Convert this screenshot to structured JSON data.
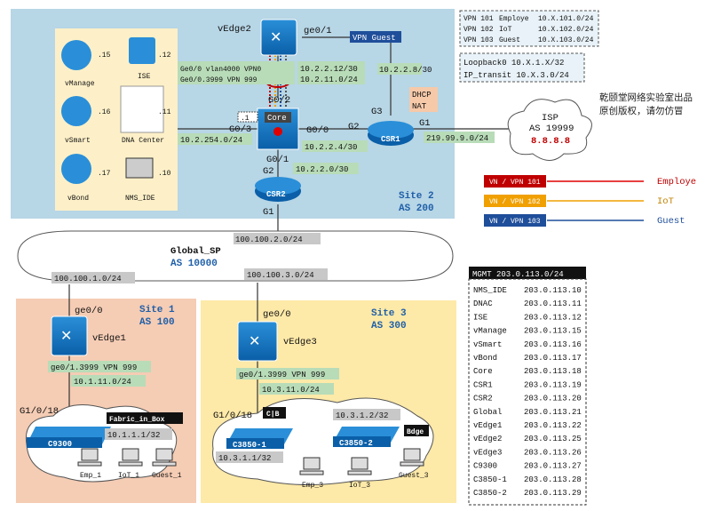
{
  "vpn_table": [
    {
      "id": "VPN 101",
      "name": "Employe",
      "subnet": "10.X.101.0/24"
    },
    {
      "id": "VPN 102",
      "name": "IoT",
      "subnet": "10.X.102.0/24"
    },
    {
      "id": "VPN 103",
      "name": "Guest",
      "subnet": "10.X.103.0/24"
    }
  ],
  "loopback": "Loopback0  10.X.1.X/32",
  "ip_transit": "IP_transit 10.X.3.0/24",
  "watermark": [
    "乾颐堂网络实验室出品",
    "原创版权，请勿仿冒"
  ],
  "legend": [
    {
      "tag": "VN / VPN 101",
      "label": "Employe",
      "tag_color": "#c00000",
      "line_color": "#e00000"
    },
    {
      "tag": "VN / VPN 102",
      "label": "IoT",
      "tag_color": "#f0a000",
      "line_color": "#f0a000"
    },
    {
      "tag": "VN / VPN 103",
      "label": "Guest",
      "tag_color": "#1f4e9a",
      "line_color": "#1f4e9a"
    }
  ],
  "mgmt": {
    "title": "MGMT 203.0.113.0/24",
    "rows": [
      {
        "name": "NMS_IDE",
        "ip": "203.0.113.10"
      },
      {
        "name": "DNAC",
        "ip": "203.0.113.11"
      },
      {
        "name": "ISE",
        "ip": "203.0.113.12"
      },
      {
        "name": "vManage",
        "ip": "203.0.113.15"
      },
      {
        "name": "vSmart",
        "ip": "203.0.113.16"
      },
      {
        "name": "vBond",
        "ip": "203.0.113.17"
      },
      {
        "name": "Core",
        "ip": "203.0.113.18"
      },
      {
        "name": "CSR1",
        "ip": "203.0.113.19"
      },
      {
        "name": "CSR2",
        "ip": "203.0.113.20"
      },
      {
        "name": "Global",
        "ip": "203.0.113.21"
      },
      {
        "name": "vEdge1",
        "ip": "203.0.113.22"
      },
      {
        "name": "vEdge2",
        "ip": "203.0.113.25"
      },
      {
        "name": "vEdge3",
        "ip": "203.0.113.26"
      },
      {
        "name": "C9300",
        "ip": "203.0.113.27"
      },
      {
        "name": "C3850-1",
        "ip": "203.0.113.28"
      },
      {
        "name": "C3850-2",
        "ip": "203.0.113.29"
      }
    ]
  },
  "site2": {
    "name": "Site 2",
    "as": "AS 200"
  },
  "site1": {
    "name": "Site 1",
    "as": "AS 100"
  },
  "site3": {
    "name": "Site 3",
    "as": "AS 300"
  },
  "global_sp": {
    "name": "Global_SP",
    "as": "AS 10000"
  },
  "isp": {
    "name": "ISP",
    "as": "AS 19999",
    "ip": "8.8.8.8"
  },
  "servers": [
    {
      "name": "vManage",
      "num": ".15"
    },
    {
      "name": "ISE",
      "num": ".12"
    },
    {
      "name": "vSmart",
      "num": ".16"
    },
    {
      "name": "DNA Center",
      "num": ".11"
    },
    {
      "name": "vBond",
      "num": ".17"
    },
    {
      "name": "NMS_IDE",
      "num": ".10"
    }
  ],
  "labels": {
    "vedge2": "vEdge2",
    "ge01": "ge0/1",
    "vpn_guest": "VPN Guest",
    "net_10228": "10.2.2.8/30",
    "ge00_vlan": "Ge0/0 vlan4000 VPN0",
    "ge00_3999": "Ge0/0.3999 VPN 999",
    "net_10221230": "10.2.2.12/30",
    "net_102110": "10.2.11.0/24",
    "g02": "G0/2",
    "core": "Core",
    "dot1": ".1",
    "g03": "G0/3",
    "g00": "G0/0",
    "g2": "G2",
    "g3": "G3",
    "g1": "G1",
    "dhcp": "DHCP",
    "nat": "NAT",
    "csr1": "CSR1",
    "net_2199990": "219.99.9.0/24",
    "net_1022540": "10.2.254.0/24",
    "net_10224": "10.2.2.4/30",
    "g01": "G0/1",
    "net_10220": "10.2.2.0/30",
    "csr2": "CSR2",
    "g2b": "G2",
    "g1b": "G1",
    "net_10010020": "100.100.2.0/24",
    "net_10010010": "100.100.1.0/24",
    "net_10010030": "100.100.3.0/24",
    "ge00a": "ge0/0",
    "vedge1": "vEdge1",
    "ge01_3999a": "ge0/1.3999 VPN 999",
    "net_101110": "10.1.11.0/24",
    "g1018a": "G1/0/18",
    "fabric": "Fabric_in_Box",
    "c9300": "C9300",
    "net_10111": "10.1.1.1/32",
    "emp1": "Emp_1",
    "iot1": "IoT_1",
    "guest1": "Guest_1",
    "ge00b": "ge0/0",
    "vedge3": "vEdge3",
    "ge01_3999b": "ge0/1.3999 VPN 999",
    "net_103110": "10.3.11.0/24",
    "g1018b": "G1/0/18",
    "cb": "C|B",
    "net_10312": "10.3.1.2/32",
    "bdge": "Bdge",
    "c3850_1": "C3850-1",
    "c3850_2": "C3850-2",
    "net_10311": "10.3.1.1/32",
    "emp3": "Emp_3",
    "iot3": "IoT_3",
    "guest3": "Guest_3"
  }
}
